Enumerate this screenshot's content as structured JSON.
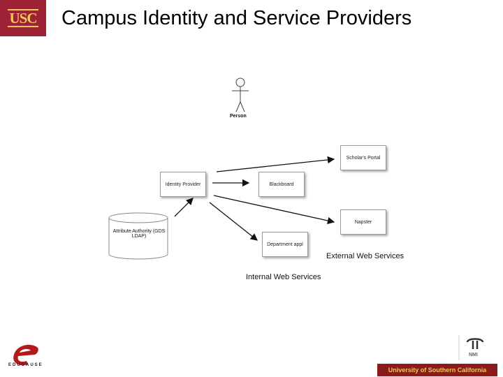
{
  "header": {
    "logo_text": "USC",
    "title": "Campus Identity and Service Providers"
  },
  "diagram": {
    "actor": "Person",
    "nodes": {
      "identity_provider": "Identity Provider",
      "blackboard": "Blackboard",
      "scholars_portal": "Scholar's Portal",
      "napster": "Napster",
      "department_appl": "Department appl",
      "attribute_authority": "Attribute Authority (GDS LDAP)"
    },
    "labels": {
      "external": "External Web Services",
      "internal": "Internal Web Services"
    }
  },
  "footer": {
    "educause_text": "EDUCAUSE",
    "nmi_text": "NMI",
    "university_text": "University of Southern California"
  },
  "colors": {
    "usc_cardinal": "#9d2235",
    "usc_gold": "#f2c75c",
    "footer_bar": "#8b1a1a",
    "educause_red": "#b31b1b"
  }
}
